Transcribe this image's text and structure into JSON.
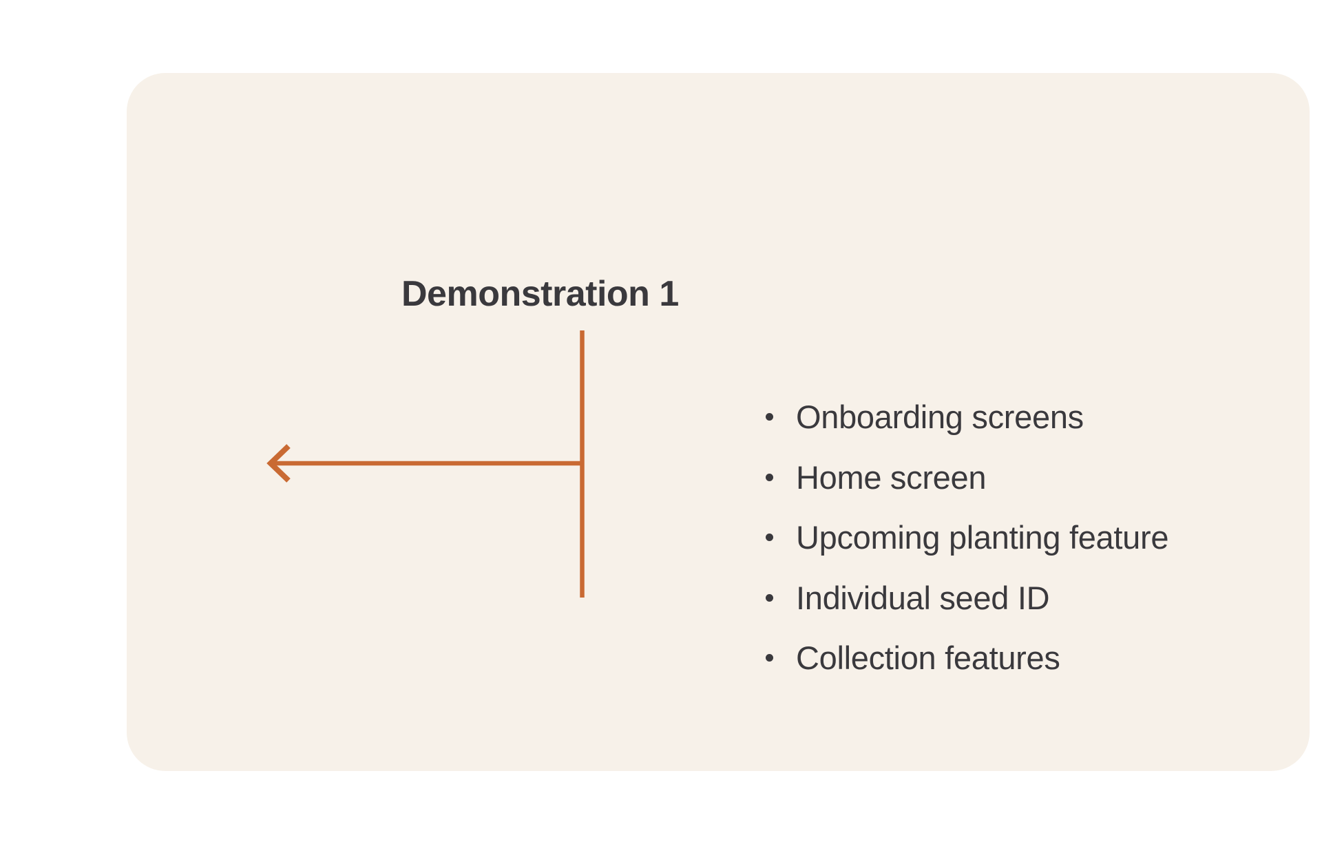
{
  "slide": {
    "title": "Demonstration 1"
  },
  "list": {
    "items": [
      {
        "label": "Onboarding screens"
      },
      {
        "label": "Home screen"
      },
      {
        "label": "Upcoming planting feature"
      },
      {
        "label": "Individual seed ID"
      },
      {
        "label": "Collection features"
      }
    ]
  },
  "arrow": {
    "direction": "left",
    "description": "left-pointing arrow connector from feature list"
  },
  "colors": {
    "page_background": "#ffffff",
    "card_background": "#f7f1e9",
    "text": "#3a393d",
    "accent": "#c96a33"
  }
}
